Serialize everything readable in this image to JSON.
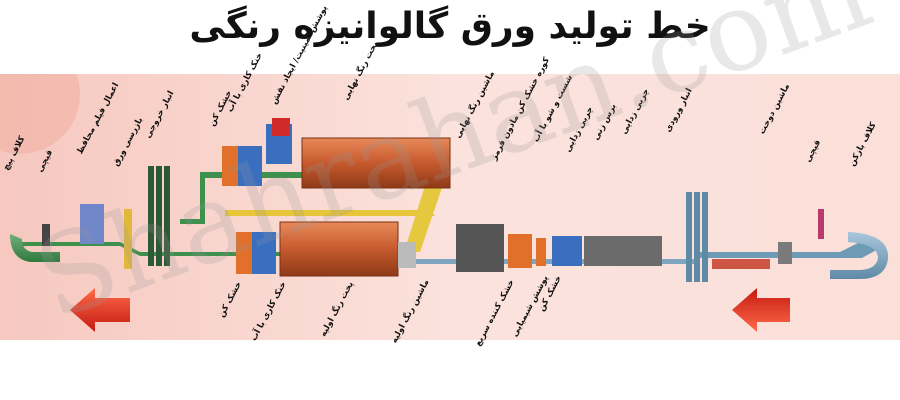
{
  "title": "خط تولید ورق گالوانیزه رنگی",
  "watermark": "Shahrahan.com",
  "labels_top": {
    "coil_winder": "کلاف پیچ",
    "shear_out": "قیچی",
    "protective_film": "اعمال فیلم محافظ",
    "inspection": "بازرسی ورق",
    "exit_accumulator": "انبار خروجی",
    "dryer_top": "خشک کن",
    "water_cooling_top": "خنک کاری با آب",
    "embossing": "پوشش لمینیت/ ایجاد نقش",
    "final_bake": "پخت رنگ نهایی",
    "final_coater": "ماشین رنگ نهایی",
    "infrared_oven": "کوره خشک کن مادون قرمز",
    "wash": "شست و شو با آب",
    "degrease": "چربی زدایی",
    "brushing": "برس زنی",
    "degrease2": "چربی زدایی",
    "entry_accumulator": "انبار ورودی",
    "stitcher": "ماشین دوخت",
    "shear_in": "قیچی",
    "uncoiler": "کلاف بازکن"
  },
  "labels_bottom": {
    "dryer_bottom": "خشک کن",
    "water_cooling_bottom": "خنک کاری با آب",
    "primer_bake": "پخت رنگ اولیه",
    "primer_coater": "ماشین رنگ اولیه",
    "quick_dryer": "خشک کننده سریع",
    "chemical_coat": "پوشش شیمیایی",
    "dryer_chem": "خشک کن"
  }
}
